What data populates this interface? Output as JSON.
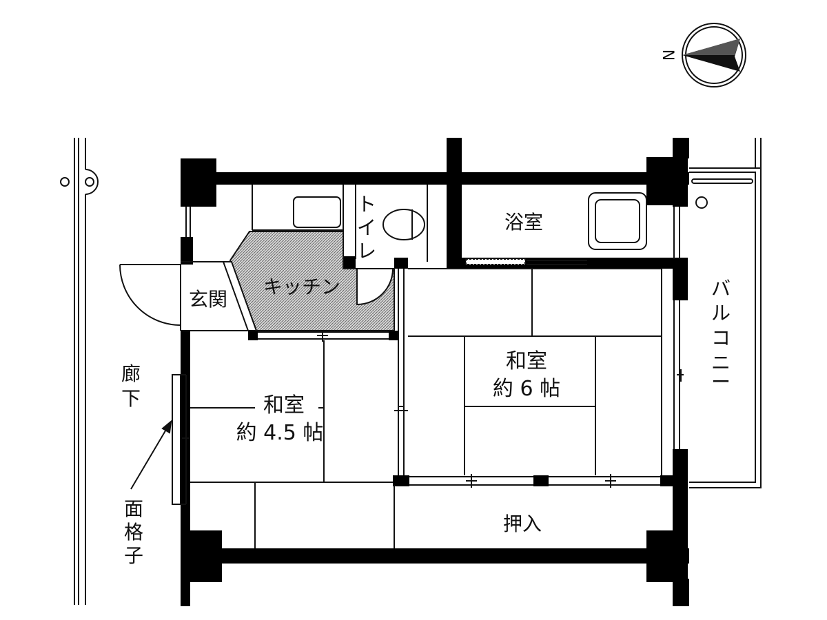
{
  "compass": {
    "north_label": "N"
  },
  "rooms": {
    "corridor": "廊下",
    "lattice": "面格子",
    "entrance": "玄関",
    "kitchen": "キッチン",
    "toilet": "トイレ",
    "bath": "浴室",
    "balcony": "バルコニー",
    "closet": "押入",
    "washitsu_small": {
      "name": "和室",
      "size": "約 4.5 帖"
    },
    "washitsu_large": {
      "name": "和室",
      "size": "約 6 帖"
    }
  },
  "colors": {
    "wall": "#000000",
    "kitchen_hatch": "#9a9a9a",
    "line": "#111111"
  }
}
